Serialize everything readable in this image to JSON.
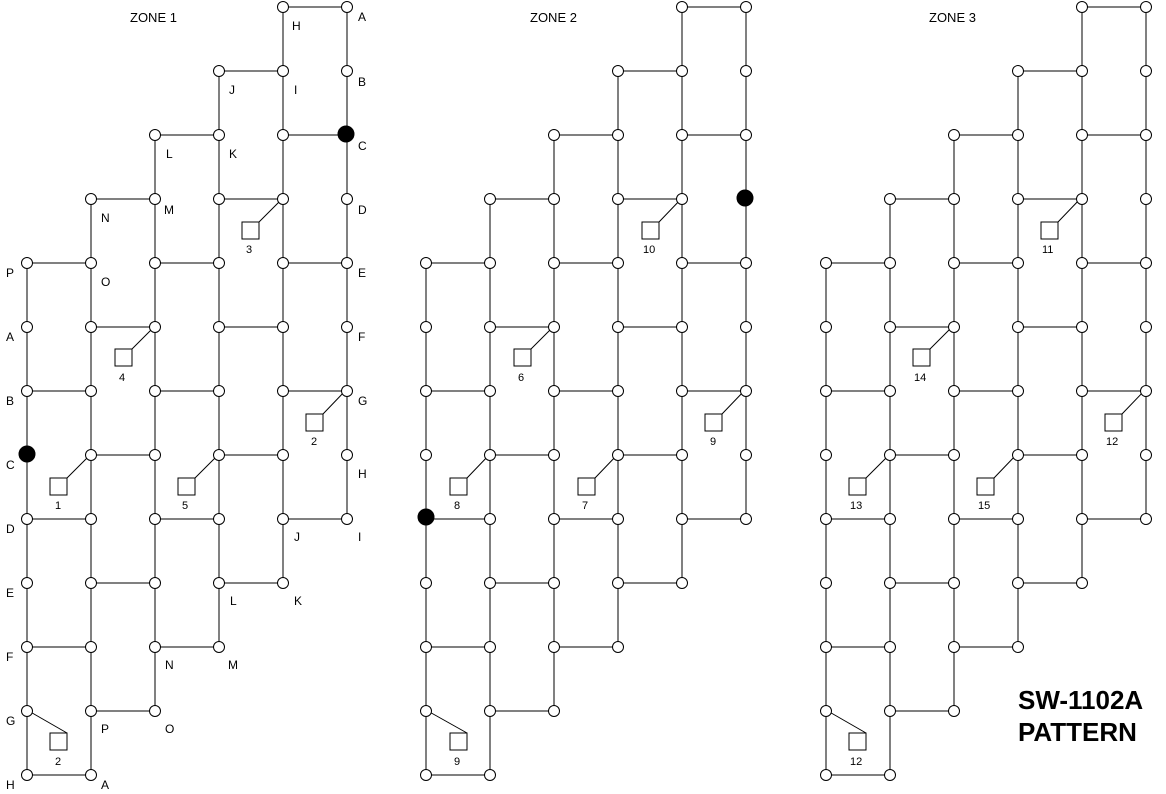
{
  "zone_titles": [
    "ZONE 1",
    "ZONE 2",
    "ZONE 3"
  ],
  "pattern": {
    "line1": "SW-1102A",
    "line2": "PATTERN"
  },
  "zone1": {
    "right_letters": [
      "A",
      "B",
      "C",
      "D",
      "E",
      "F",
      "G",
      "H",
      "I",
      "J",
      "K",
      "L",
      "M",
      "N",
      "O",
      "P",
      "A"
    ],
    "left_letters": [
      "H",
      "I",
      "J",
      "K",
      "L",
      "M",
      "N",
      "O",
      "P",
      "A",
      "B",
      "C",
      "D",
      "E",
      "F",
      "G",
      "H"
    ],
    "ports": [
      "1",
      "2",
      "3",
      "4",
      "5",
      "2"
    ]
  },
  "zone2": {
    "ports": [
      "6",
      "7",
      "8",
      "9",
      "10",
      "9"
    ]
  },
  "zone3": {
    "ports": [
      "11",
      "12",
      "13",
      "14",
      "15",
      "12"
    ]
  },
  "colors": {
    "line": "#000000",
    "node_fill": "#ffffff",
    "filled_node": "#000000"
  }
}
